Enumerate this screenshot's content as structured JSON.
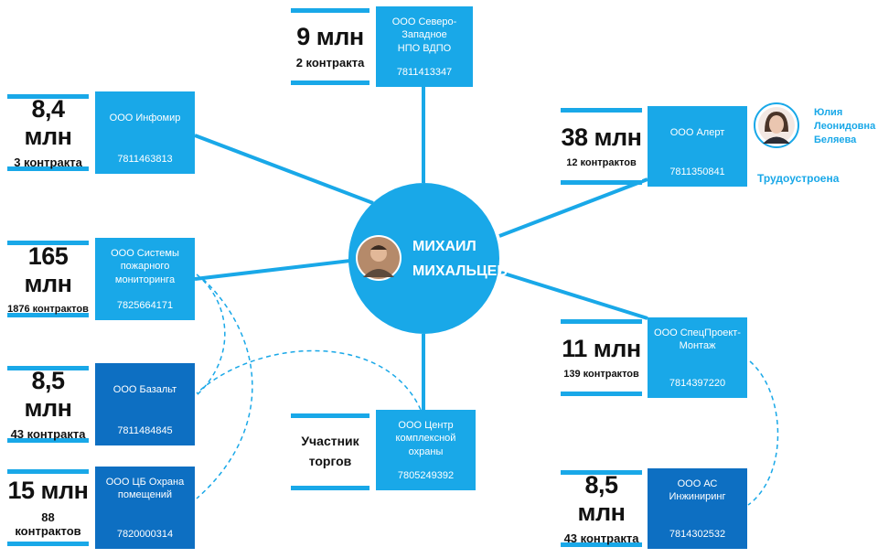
{
  "center": {
    "name_line1": "МИХАИЛ",
    "name_line2": "МИХАЛЬЦЕВ"
  },
  "nodes": [
    {
      "id": "infomir",
      "amount": "8,4 млн",
      "count": "3 контракта",
      "company": "ООО Инфомир",
      "inn": "7811463813"
    },
    {
      "id": "sistemy",
      "amount": "165 млн",
      "count": "1876 контрактов",
      "company": "ООО Системы пожарного мониторинга",
      "inn": "7825664171"
    },
    {
      "id": "bazalt",
      "amount": "8,5 млн",
      "count": "43 контракта",
      "company": "ООО Базальт",
      "inn": "7811484845"
    },
    {
      "id": "cb-ohrana",
      "amount": "15 млн",
      "count": "88 контрактов",
      "company": "ООО ЦБ Охрана помещений",
      "inn": "7820000314"
    },
    {
      "id": "severo",
      "amount": "9 млн",
      "count": "2 контракта",
      "company": "ООО Северо-Западное НПО ВДПО",
      "inn": "7811413347"
    },
    {
      "id": "centr",
      "role": "Участник торгов",
      "company": "ООО Центр комплексной охраны",
      "inn": "7805249392"
    },
    {
      "id": "alert",
      "amount": "38 млн",
      "count": "12 контрактов",
      "company": "ООО Алерт",
      "inn": "7811350841"
    },
    {
      "id": "specproekt",
      "amount": "11 млн",
      "count": "139 контрактов",
      "company": "ООО СпецПроект-Монтаж",
      "inn": "7814397220"
    },
    {
      "id": "as-eng",
      "amount": "8,5 млн",
      "count": "43 контракта",
      "company": "ООО АС Инжиниринг",
      "inn": "7814302532"
    }
  ],
  "alert_person": {
    "name": "Юлия Леонидовна Беляева",
    "status": "Трудоустроена"
  },
  "colors": {
    "primary": "#19a8e8",
    "dark": "#0d6fc2"
  }
}
